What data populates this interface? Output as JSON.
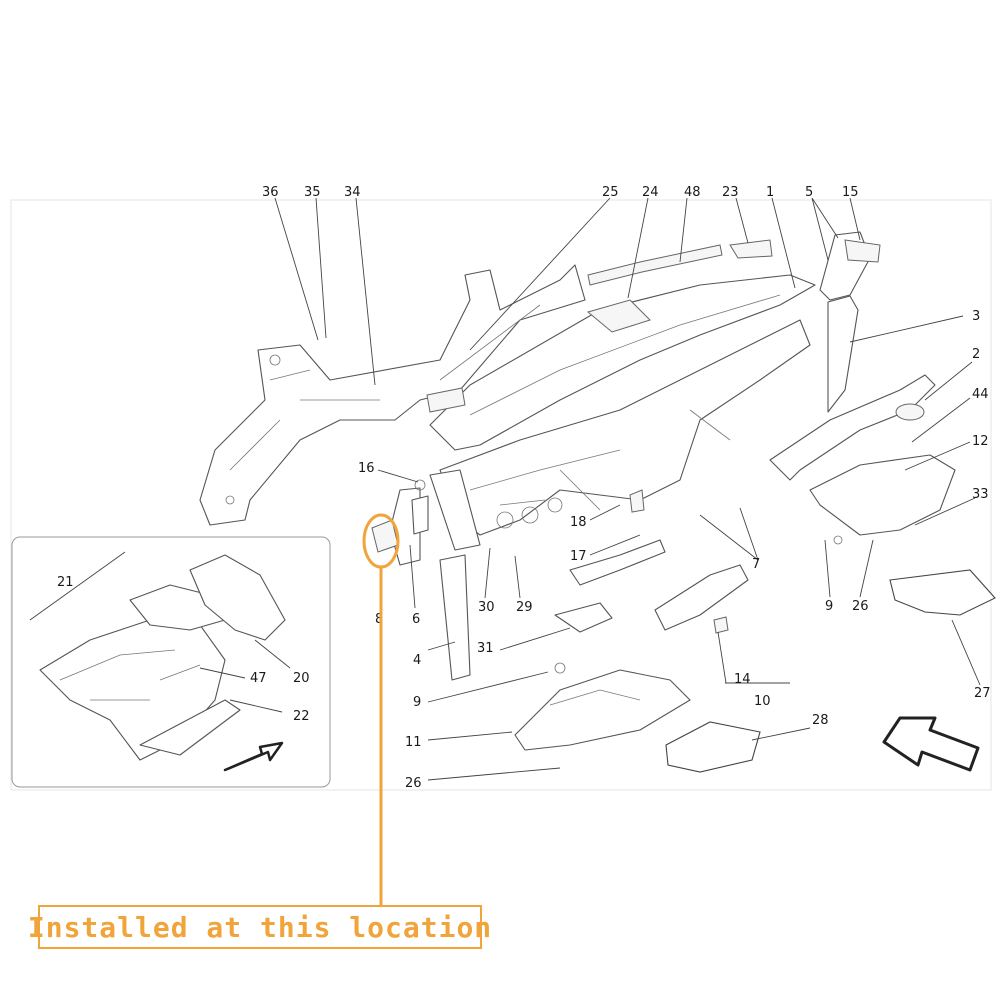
{
  "callouts": [
    {
      "id": "c36",
      "label": "36"
    },
    {
      "id": "c35",
      "label": "35"
    },
    {
      "id": "c34",
      "label": "34"
    },
    {
      "id": "c25",
      "label": "25"
    },
    {
      "id": "c24",
      "label": "24"
    },
    {
      "id": "c48",
      "label": "48"
    },
    {
      "id": "c23",
      "label": "23"
    },
    {
      "id": "c1",
      "label": "1"
    },
    {
      "id": "c5",
      "label": "5"
    },
    {
      "id": "c15",
      "label": "15"
    },
    {
      "id": "c3",
      "label": "3"
    },
    {
      "id": "c2",
      "label": "2"
    },
    {
      "id": "c44",
      "label": "44"
    },
    {
      "id": "c12",
      "label": "12"
    },
    {
      "id": "c33",
      "label": "33"
    },
    {
      "id": "c16",
      "label": "16"
    },
    {
      "id": "c18",
      "label": "18"
    },
    {
      "id": "c17",
      "label": "17"
    },
    {
      "id": "c7",
      "label": "7"
    },
    {
      "id": "c9a",
      "label": "9"
    },
    {
      "id": "c26a",
      "label": "26"
    },
    {
      "id": "c8",
      "label": "8"
    },
    {
      "id": "c6",
      "label": "6"
    },
    {
      "id": "c30",
      "label": "30"
    },
    {
      "id": "c29",
      "label": "29"
    },
    {
      "id": "c27",
      "label": "27"
    },
    {
      "id": "c4",
      "label": "4"
    },
    {
      "id": "c31",
      "label": "31"
    },
    {
      "id": "c9b",
      "label": "9"
    },
    {
      "id": "c14",
      "label": "14"
    },
    {
      "id": "c10",
      "label": "10"
    },
    {
      "id": "c11",
      "label": "11"
    },
    {
      "id": "c28",
      "label": "28"
    },
    {
      "id": "c26b",
      "label": "26"
    },
    {
      "id": "c21",
      "label": "21"
    },
    {
      "id": "c20",
      "label": "20"
    },
    {
      "id": "c47",
      "label": "47"
    },
    {
      "id": "c22",
      "label": "22"
    }
  ],
  "highlight": {
    "caption": "Installed at this location",
    "color": "#f0a43a"
  }
}
